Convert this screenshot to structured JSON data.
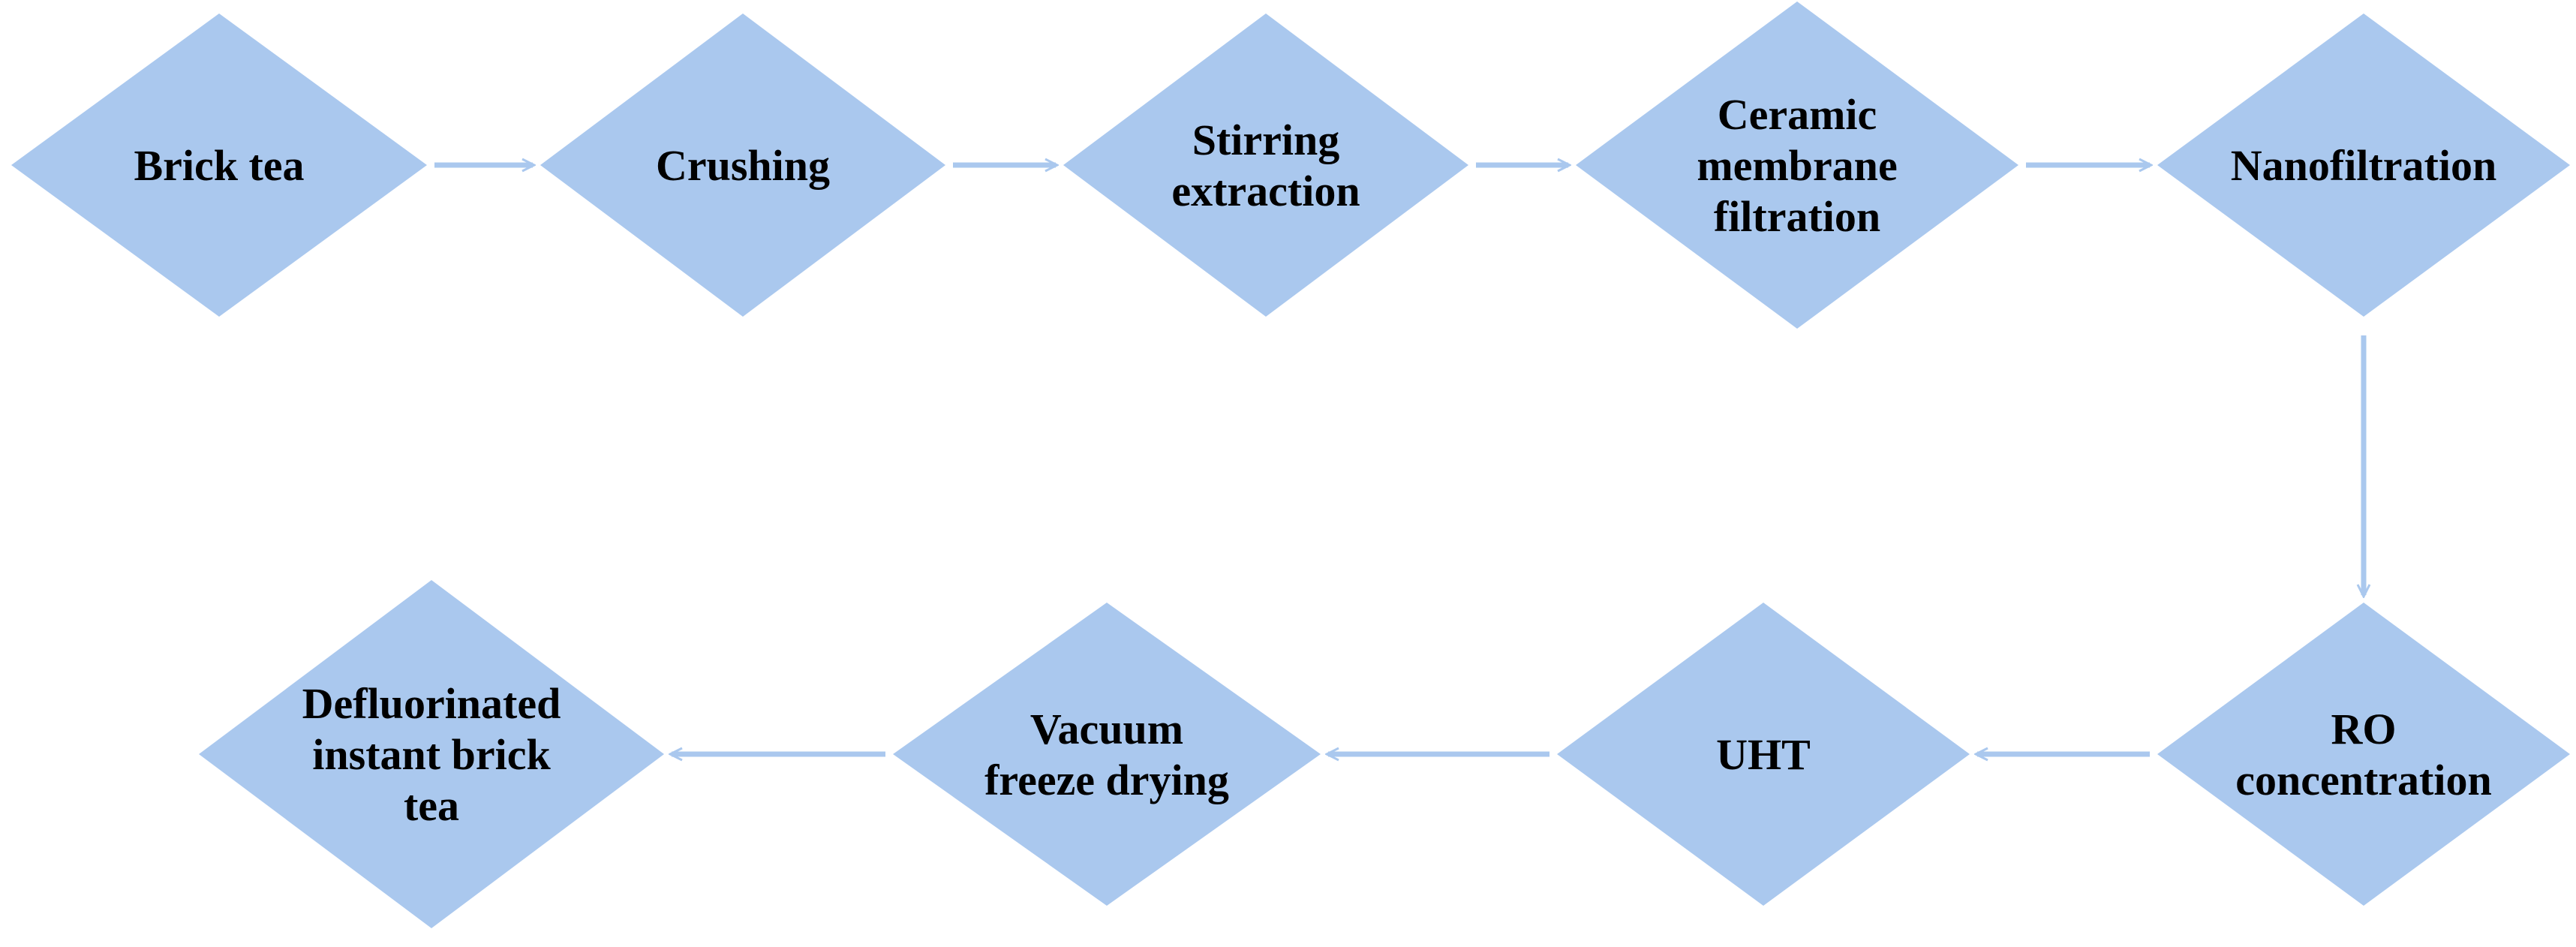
{
  "colors": {
    "node_fill": "#aac8ee",
    "arrow": "#aac8ee",
    "text": "#000000",
    "background": "#ffffff"
  },
  "nodes": [
    {
      "id": "brick-tea",
      "lines": [
        "Brick tea"
      ]
    },
    {
      "id": "crushing",
      "lines": [
        "Crushing"
      ]
    },
    {
      "id": "stirring-extraction",
      "lines": [
        "Stirring",
        "extraction"
      ]
    },
    {
      "id": "ceramic-membrane-filtration",
      "lines": [
        "Ceramic",
        "membrane",
        "filtration"
      ]
    },
    {
      "id": "nanofiltration",
      "lines": [
        "Nanofiltration"
      ]
    },
    {
      "id": "ro-concentration",
      "lines": [
        "RO",
        "concentration"
      ]
    },
    {
      "id": "uht",
      "lines": [
        "UHT"
      ]
    },
    {
      "id": "vacuum-freeze-drying",
      "lines": [
        "Vacuum",
        "freeze drying"
      ]
    },
    {
      "id": "defluorinated-instant-brick-tea",
      "lines": [
        "Defluorinated",
        "instant brick",
        "tea"
      ]
    }
  ],
  "edges": [
    {
      "from": "brick-tea",
      "to": "crushing"
    },
    {
      "from": "crushing",
      "to": "stirring-extraction"
    },
    {
      "from": "stirring-extraction",
      "to": "ceramic-membrane-filtration"
    },
    {
      "from": "ceramic-membrane-filtration",
      "to": "nanofiltration"
    },
    {
      "from": "nanofiltration",
      "to": "ro-concentration"
    },
    {
      "from": "ro-concentration",
      "to": "uht"
    },
    {
      "from": "uht",
      "to": "vacuum-freeze-drying"
    },
    {
      "from": "vacuum-freeze-drying",
      "to": "defluorinated-instant-brick-tea"
    }
  ]
}
